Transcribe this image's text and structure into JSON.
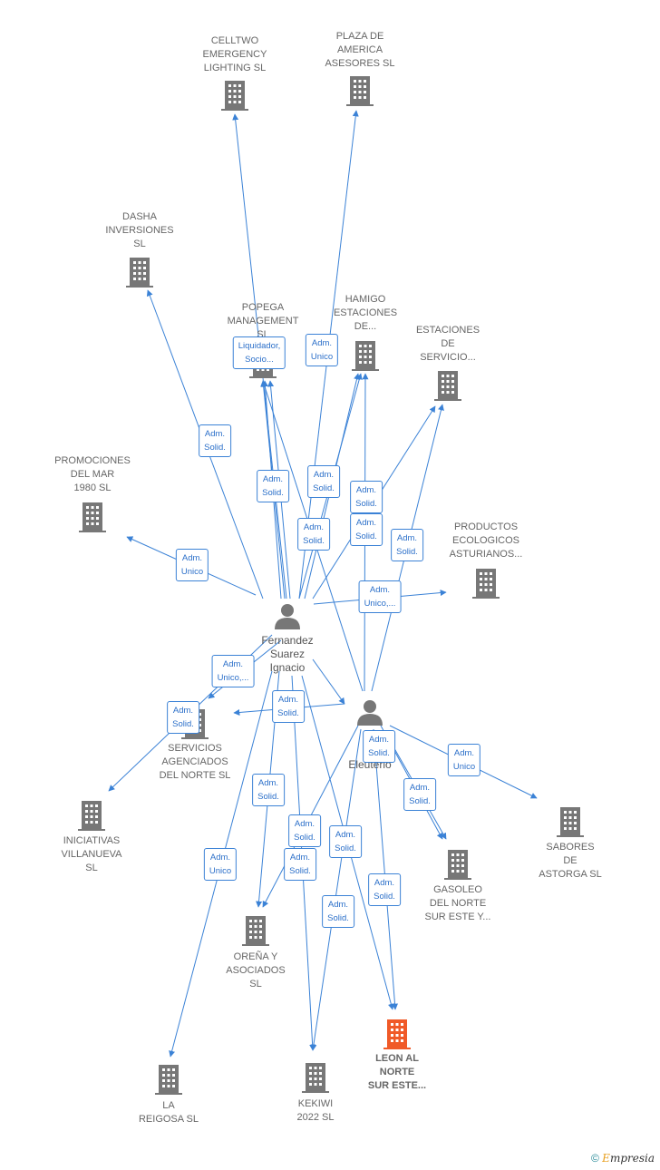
{
  "colors": {
    "edge": "#3b82d6",
    "company_icon": "#777777",
    "main_company": "#f05a28",
    "person_icon": "#777777"
  },
  "persons": [
    {
      "id": "fernandez",
      "label": [
        "Fernandez",
        "Suarez",
        "Ignacio"
      ]
    },
    {
      "id": "g",
      "label": [
        "G",
        "Al",
        "Eleuterio"
      ]
    }
  ],
  "companies": [
    {
      "id": "celltwo",
      "label": [
        "CELLTWO",
        "EMERGENCY",
        "LIGHTING SL"
      ]
    },
    {
      "id": "plaza",
      "label": [
        "PLAZA DE",
        "AMERICA",
        "ASESORES  SL"
      ]
    },
    {
      "id": "dasha",
      "label": [
        "DASHA",
        "INVERSIONES",
        "SL"
      ]
    },
    {
      "id": "popega",
      "label": [
        "POPEGA",
        "MANAGEMENT",
        "SL"
      ]
    },
    {
      "id": "hamigo",
      "label": [
        "HAMIGO",
        "ESTACIONES",
        "DE..."
      ]
    },
    {
      "id": "estaciones",
      "label": [
        "ESTACIONES",
        "DE",
        "SERVICIO..."
      ]
    },
    {
      "id": "promociones",
      "label": [
        "PROMOCIONES",
        "DEL MAR",
        "1980 SL"
      ]
    },
    {
      "id": "productos",
      "label": [
        "PRODUCTOS",
        "ECOLOGICOS",
        "ASTURIANOS..."
      ]
    },
    {
      "id": "servicios",
      "label": [
        "SERVICIOS",
        "AGENCIADOS",
        "DEL NORTE  SL"
      ]
    },
    {
      "id": "iniciativas",
      "label": [
        "INICIATIVAS",
        "VILLANUEVA",
        "SL"
      ]
    },
    {
      "id": "sabores",
      "label": [
        "SABORES",
        "DE",
        "ASTORGA  SL"
      ]
    },
    {
      "id": "gasoleo",
      "label": [
        "GASOLEO",
        "DEL NORTE",
        "SUR ESTE Y..."
      ]
    },
    {
      "id": "orena",
      "label": [
        "OREÑA Y",
        "ASOCIADOS",
        "SL"
      ]
    },
    {
      "id": "leon",
      "label": [
        "LEON AL",
        "NORTE",
        "SUR ESTE..."
      ],
      "main": true
    },
    {
      "id": "reigosa",
      "label": [
        "LA",
        "REIGOSA SL"
      ]
    },
    {
      "id": "kekiwi",
      "label": [
        "KEKIWI",
        "2022  SL"
      ]
    }
  ],
  "edge_labels": [
    [
      "Liquidador,",
      "Socio..."
    ],
    [
      "Adm.",
      "Unico"
    ],
    [
      "Adm.",
      "Solid."
    ],
    [
      "Adm.",
      "Solid."
    ],
    [
      "Adm.",
      "Solid."
    ],
    [
      "Adm.",
      "Solid."
    ],
    [
      "Adm.",
      "Solid."
    ],
    [
      "Adm.",
      "Solid."
    ],
    [
      "Adm.",
      "Solid."
    ],
    [
      "Adm.",
      "Unico"
    ],
    [
      "Adm.",
      "Unico,..."
    ],
    [
      "Adm.",
      "Solid."
    ],
    [
      "Adm.",
      "Unico,..."
    ],
    [
      "Adm.",
      "Solid."
    ],
    [
      "Adm.",
      "Solid."
    ],
    [
      "Adm.",
      "Unico"
    ],
    [
      "Adm.",
      "Solid."
    ],
    [
      "Adm.",
      "Solid."
    ],
    [
      "Adm.",
      "Solid."
    ],
    [
      "Adm.",
      "Solid."
    ],
    [
      "Adm.",
      "Solid."
    ],
    [
      "Adm.",
      "Unico"
    ],
    [
      "Adm.",
      "Solid."
    ],
    [
      "Adm.",
      "Solid."
    ]
  ],
  "footer": {
    "copyright": "©",
    "brand_first": "E",
    "brand_rest": "mpresia"
  }
}
